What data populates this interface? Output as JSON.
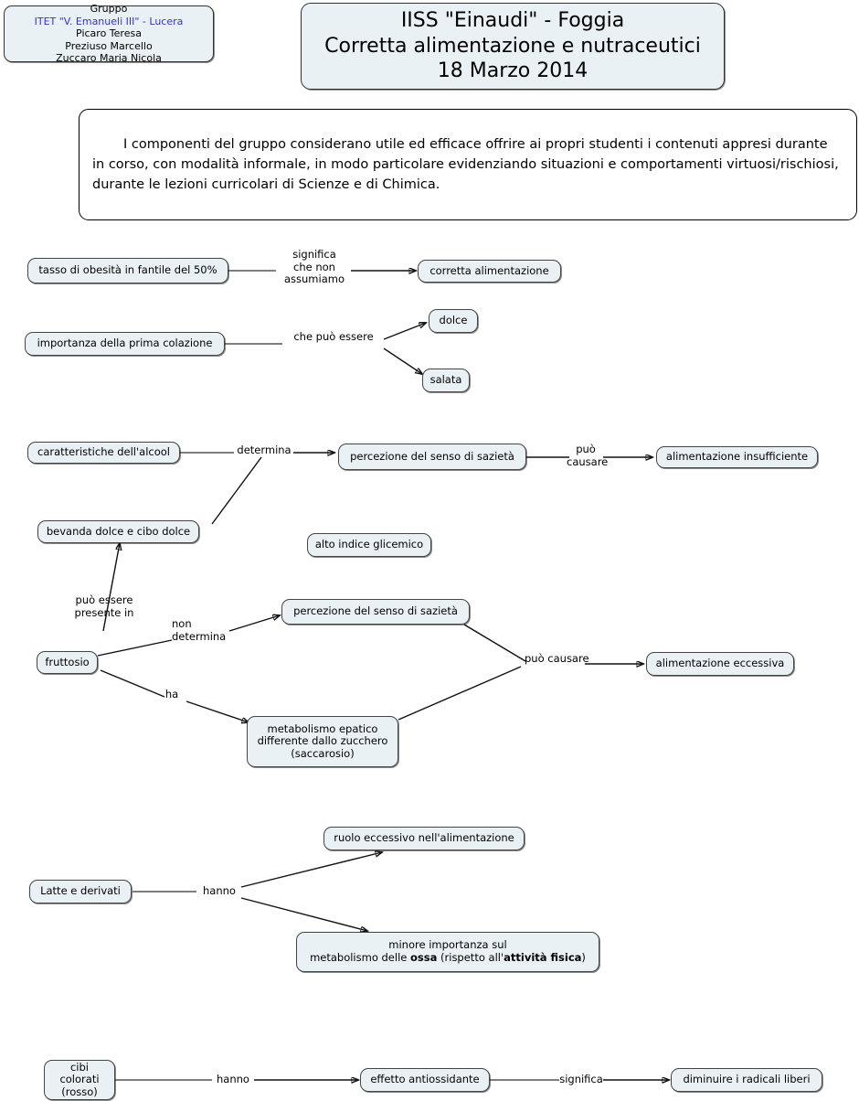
{
  "header": {
    "group_box": {
      "line1": "Gruppo",
      "school": "ITET \"V. Emanueli III\" - Lucera",
      "member1": "Picaro Teresa",
      "member2": "Preziuso Marcello",
      "member3": "Zuccaro Maria Nicola",
      "school_color": "#3333cc"
    },
    "title_box": {
      "line1": "IISS \"Einaudi\" - Foggia",
      "line2": "Corretta alimentazione e nutraceutici",
      "line3": "18 Marzo 2014"
    },
    "intro_box": {
      "text": "I componenti del gruppo considerano utile ed efficace offrire ai propri studenti i contenuti appresi durante in corso, con modalità informale, in modo particolare evidenziando situazioni e comportamenti virtuosi/rischiosi, durante le lezioni curricolari di Scienze e di Chimica."
    }
  },
  "nodes": {
    "obesita": "tasso di obesità in fantile del 50%",
    "corretta_alimentazione": "corretta alimentazione",
    "prima_colazione": "importanza della prima colazione",
    "dolce": "dolce",
    "salata": "salata",
    "alcool": "caratteristiche dell'alcool",
    "sazieta_1": "percezione del senso di sazietà",
    "alimentazione_insufficiente": "alimentazione insufficiente",
    "bevanda_dolce": "bevanda dolce e cibo dolce",
    "alto_indice": "alto indice glicemico",
    "sazieta_2": "percezione del senso di sazietà",
    "fruttosio": "fruttosio",
    "alimentazione_eccessiva": "alimentazione eccessiva",
    "metabolismo_l1": "metabolismo epatico",
    "metabolismo_l2": "differente dallo zucchero",
    "metabolismo_l3": "(saccarosio)",
    "ruolo_eccessivo": "ruolo eccessivo nell'alimentazione",
    "latte": "Latte e derivati",
    "minore_l1": "minore importanza sul",
    "minore_l2_a": "metabolismo delle ",
    "minore_l2_b": "ossa",
    "minore_l2_c": " (rispetto all'",
    "minore_l2_d": "attività fisica",
    "minore_l2_e": ")",
    "cibi_l1": "cibi colorati",
    "cibi_l2": "(rosso)",
    "antiossidante": "effetto antiossidante",
    "radicali": "diminuire i radicali liberi"
  },
  "link_labels": {
    "significa_l1": "significa",
    "significa_l2": "che non",
    "significa_l3": "assumiamo",
    "che_puo_essere": "che può essere",
    "determina": "determina",
    "puo_l1": "può",
    "puo_l2": "causare",
    "puo_essere_l1": "può essere",
    "puo_essere_l2": "presente in",
    "non_l1": "non",
    "non_l2": "determina",
    "ha": "ha",
    "puo_causare": "può causare",
    "hanno_latte": "hanno",
    "hanno_cibi": "hanno",
    "significa_bottom": "significa"
  },
  "colors": {
    "node_fill": "#eaf1f4",
    "node_border": "#444444",
    "edge": "#111111",
    "background": "#ffffff"
  }
}
